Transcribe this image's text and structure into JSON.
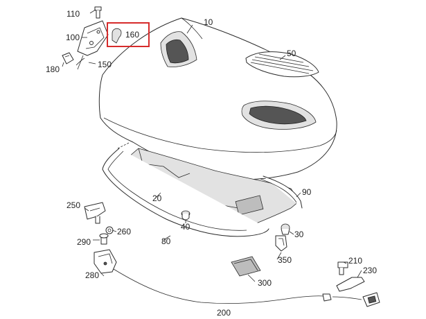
{
  "labels": {
    "p10": "10",
    "p20": "20",
    "p30": "30",
    "p40": "40",
    "p50": "50",
    "p80": "80",
    "p90": "90",
    "p100": "100",
    "p110": "110",
    "p150": "150",
    "p160": "160",
    "p180": "180",
    "p200": "200",
    "p210": "210",
    "p230": "230",
    "p250": "250",
    "p260": "260",
    "p280": "280",
    "p290": "290",
    "p300": "300",
    "p350": "350"
  },
  "colors": {
    "highlight": "#d62b2b",
    "line": "#2a2a2a",
    "shade": "#bdbdbd"
  }
}
